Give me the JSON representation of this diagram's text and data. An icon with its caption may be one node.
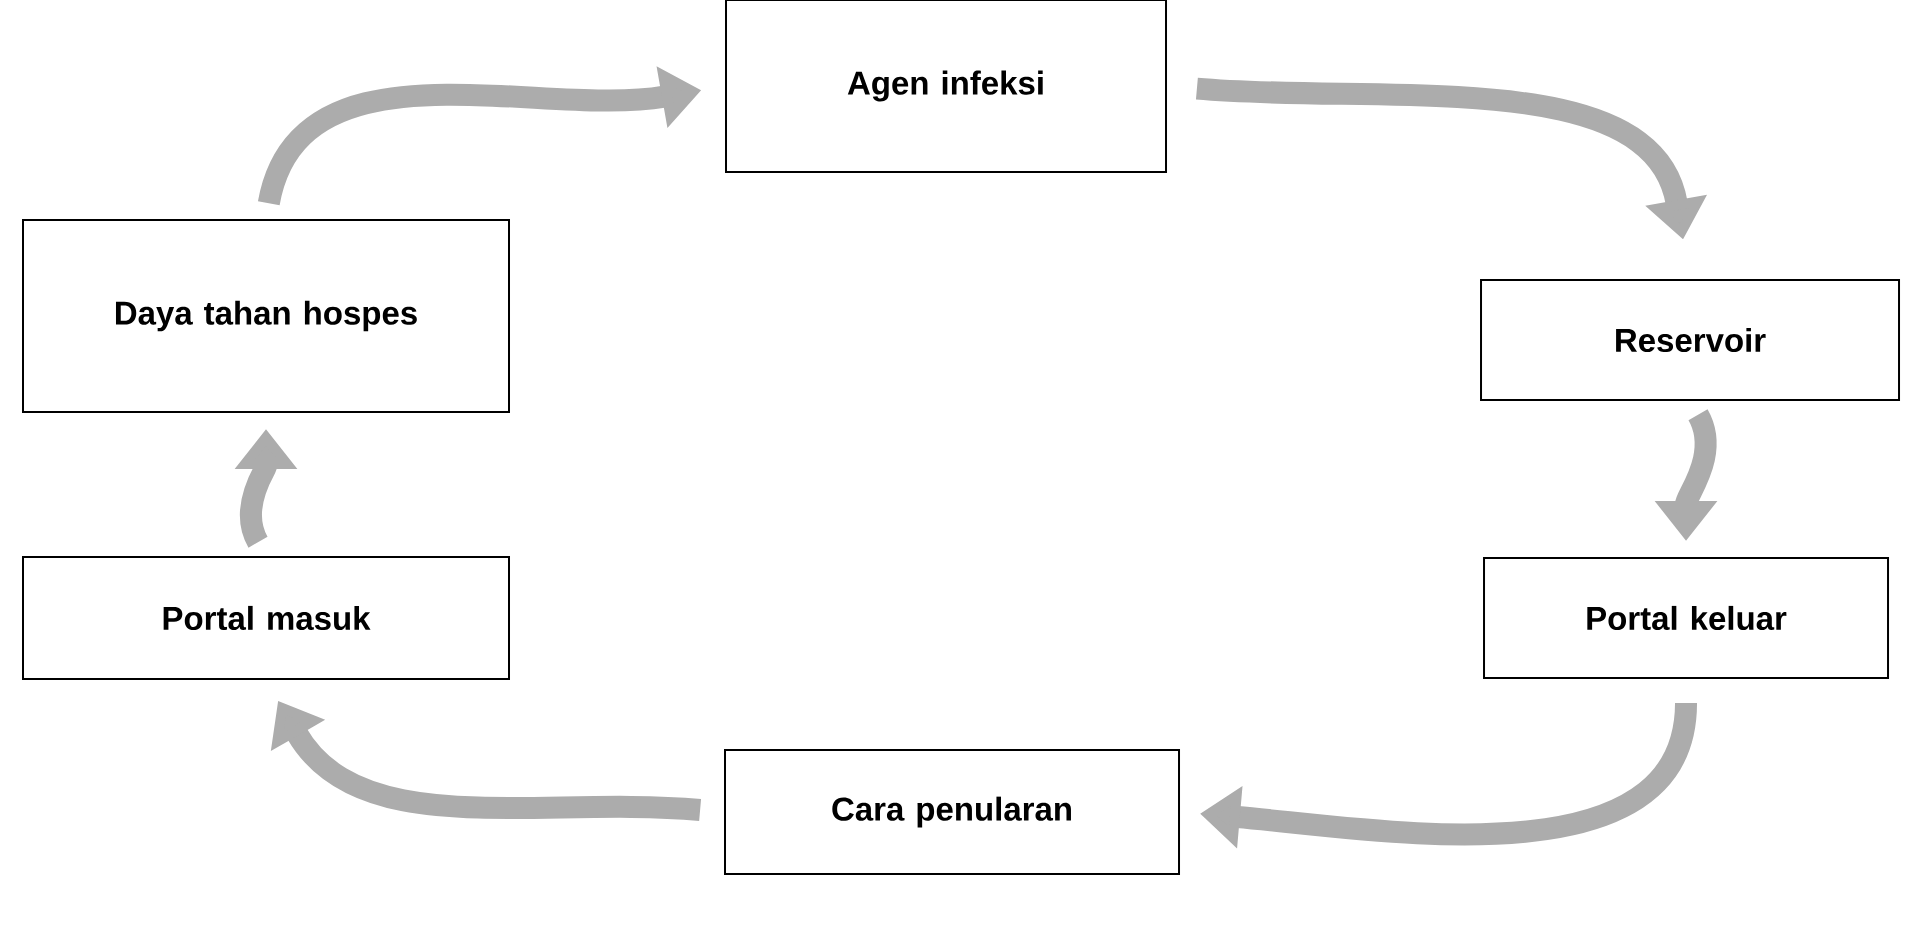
{
  "diagram": {
    "nodes": [
      {
        "text": [
          "Agen infeksi"
        ]
      },
      {
        "text": [
          "Reservoir"
        ]
      },
      {
        "text": [
          "Portal keluar"
        ]
      },
      {
        "text": [
          "Cara penularan"
        ]
      },
      {
        "text": [
          "Portal masuk"
        ]
      },
      {
        "text": [
          "Daya tahan hospes"
        ]
      }
    ],
    "edges": [
      {
        "from": 0,
        "to": 1,
        "arrow": "to"
      },
      {
        "from": 1,
        "to": 2,
        "arrow": "to"
      },
      {
        "from": 2,
        "to": 3,
        "arrow": "to"
      },
      {
        "from": 3,
        "to": 4,
        "arrow": "to"
      },
      {
        "from": 4,
        "to": 5,
        "arrow": "to"
      },
      {
        "from": 5,
        "to": 0,
        "arrow": "to"
      }
    ]
  }
}
